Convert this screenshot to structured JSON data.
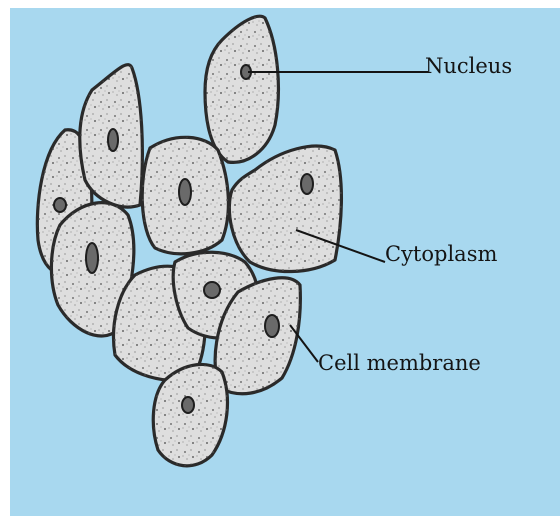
{
  "figure": {
    "background_color": "#a8d8ef",
    "cell_fill_color": "#dedede",
    "outline_color": "#2a2a2a",
    "labels": {
      "nucleus": "Nucleus",
      "cytoplasm": "Cytoplasm",
      "cell_membrane": "Cell membrane"
    }
  }
}
